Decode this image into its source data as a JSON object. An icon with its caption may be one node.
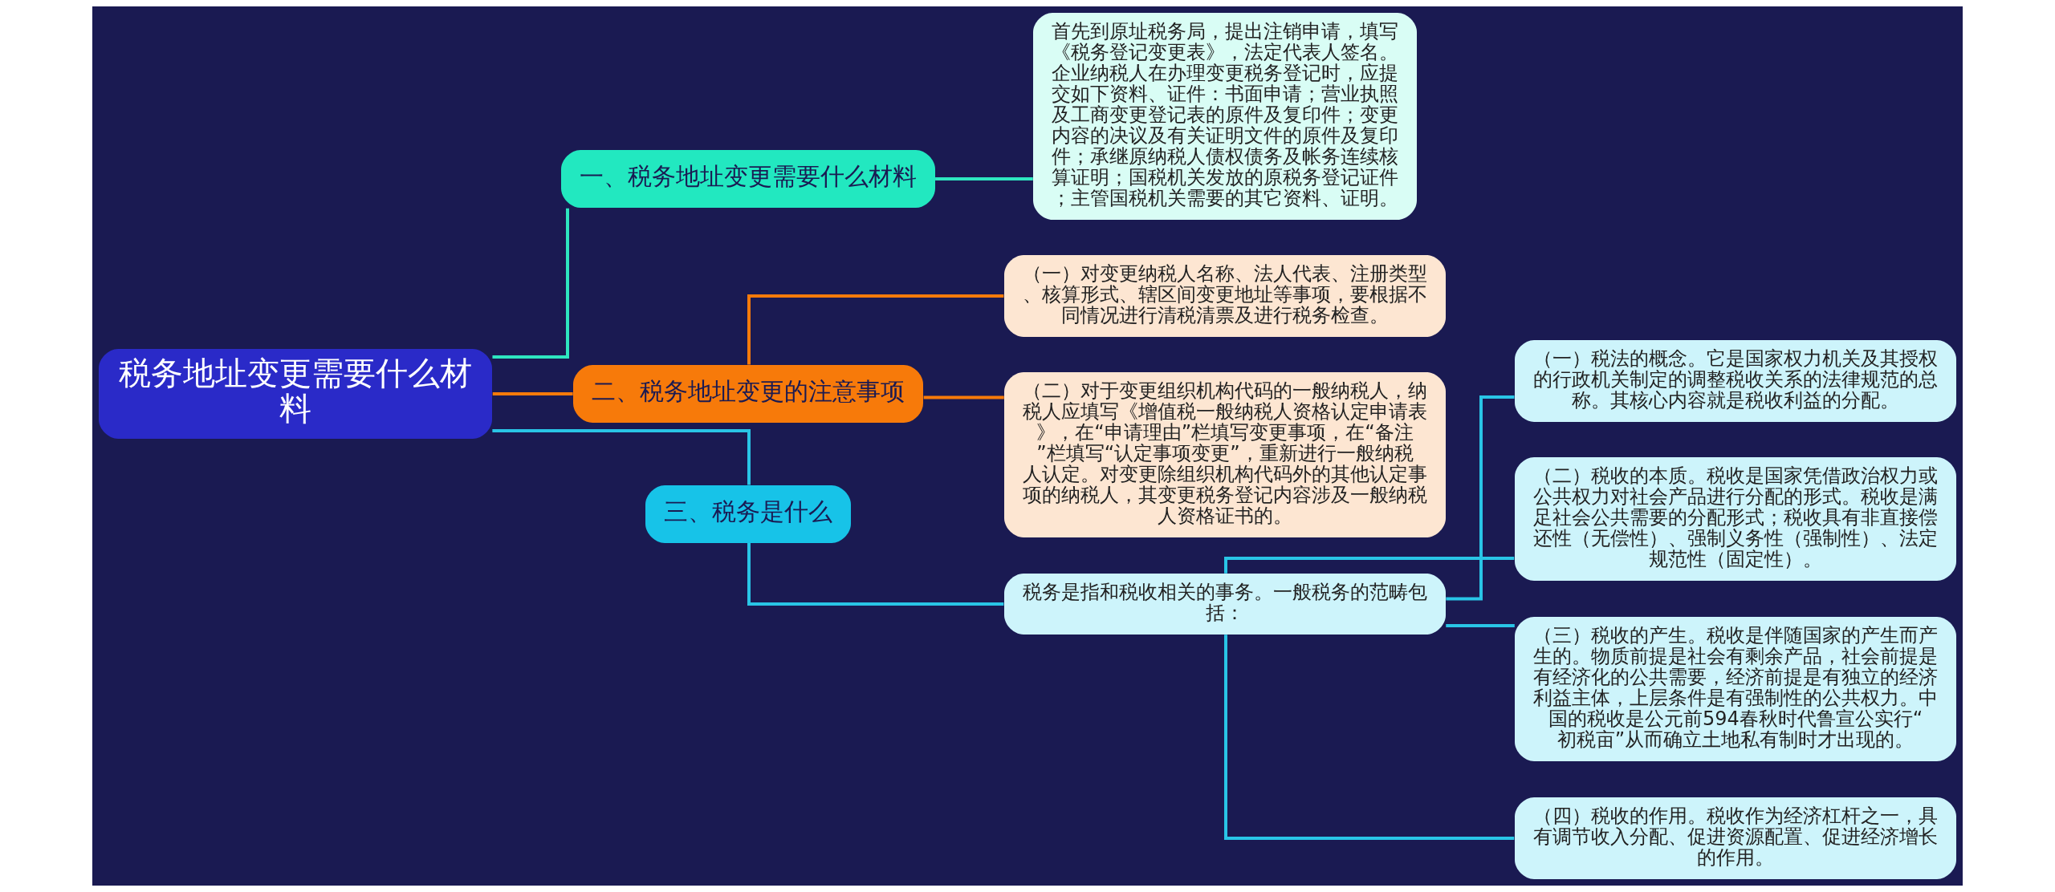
{
  "diagram": {
    "nodes": [
      {
        "text": [
          "税务地址变更需要什么材料"
        ]
      },
      {
        "text": [
          "一、税务地址变更需要什么材料"
        ]
      },
      {
        "text": [
          "首先到原址税务局，提出注销申请，填写《税务登记变更表》，法定代表人签名。企业纳税人在办理变更税务登记时，应提交如下资料、证件：书面申请；营业执照及工商变更登记表的原件及复印件；变更内容的决议及有关证明文件的原件及复印件；承继原纳税人债权债务及帐务连续核算证明；国税机关发放的原税务登记证件；主管国税机关需要的其它资料、证明。"
        ]
      },
      {
        "text": [
          "二、税务地址变更的注意事项"
        ]
      },
      {
        "text": [
          "（一）对变更纳税人名称、法人代表、注册类型、核算形式、辖区间变更地址等事项，要根据不同情况进行清税清票及进行税务检查。"
        ]
      },
      {
        "text": [
          "（二）对于变更组织机构代码的一般纳税人，纳税人应填写《增值税一般纳税人资格认定申请表》，在“申请理由”栏填写变更事项，在“备注”栏填写“认定事项变更”，重新进行一般纳税人认定。对变更除组织机构代码外的其他认定事项的纳税人，其变更税务登记内容涉及一般纳税人资格证书的。"
        ]
      },
      {
        "text": [
          "三、税务是什么"
        ]
      },
      {
        "text": [
          "税务是指和税收相关的事务。一般税务的范畴包括："
        ]
      },
      {
        "text": [
          "（一）税法的概念。它是国家权力机关及其授权的行政机关制定的调整税收关系的法律规范的总称。其核心内容就是税收利益的分配。"
        ]
      },
      {
        "text": [
          "（二）税收的本质。税收是国家凭借政治权力或公共权力对社会产品进行分配的形式。税收是满足社会公共需要的分配形式；税收具有非直接偿还性（无偿性）、强制义务性（强制性）、法定规范性（固定性）。"
        ]
      },
      {
        "text": [
          "（三）税收的产生。税收是伴随国家的产生而产生的。物质前提是社会有剩余产品，社会前提是有经济化的公共需要，经济前提是有独立的经济利益主体，上层条件是有强制性的公共权力。中国的税收是公元前594春秋时代鲁宣公实行“初税亩”从而确立土地私有制时才出现的。"
        ]
      },
      {
        "text": [
          "（四）税收的作用。税收作为经济杠杆之一，具有调节收入分配、促进资源配置、促进经济增长的作用。"
        ]
      }
    ],
    "edges": [
      {
        "from": 0,
        "to": 1,
        "arrow": "none",
        "color": "#2ee6c0"
      },
      {
        "from": 1,
        "to": 2,
        "arrow": "none",
        "color": "#2ee6c0"
      },
      {
        "from": 0,
        "to": 3,
        "arrow": "none",
        "color": "#f77a0a"
      },
      {
        "from": 3,
        "to": 4,
        "arrow": "none",
        "color": "#f77a0a"
      },
      {
        "from": 3,
        "to": 5,
        "arrow": "none",
        "color": "#f77a0a"
      },
      {
        "from": 0,
        "to": 6,
        "arrow": "none"
      },
      {
        "from": 6,
        "to": 7,
        "arrow": "none"
      },
      {
        "from": 7,
        "to": 8,
        "arrow": "none"
      },
      {
        "from": 7,
        "to": 9,
        "arrow": "none"
      },
      {
        "from": 7,
        "to": 10,
        "arrow": "none"
      },
      {
        "from": 7,
        "to": 11,
        "arrow": "none"
      }
    ]
  }
}
